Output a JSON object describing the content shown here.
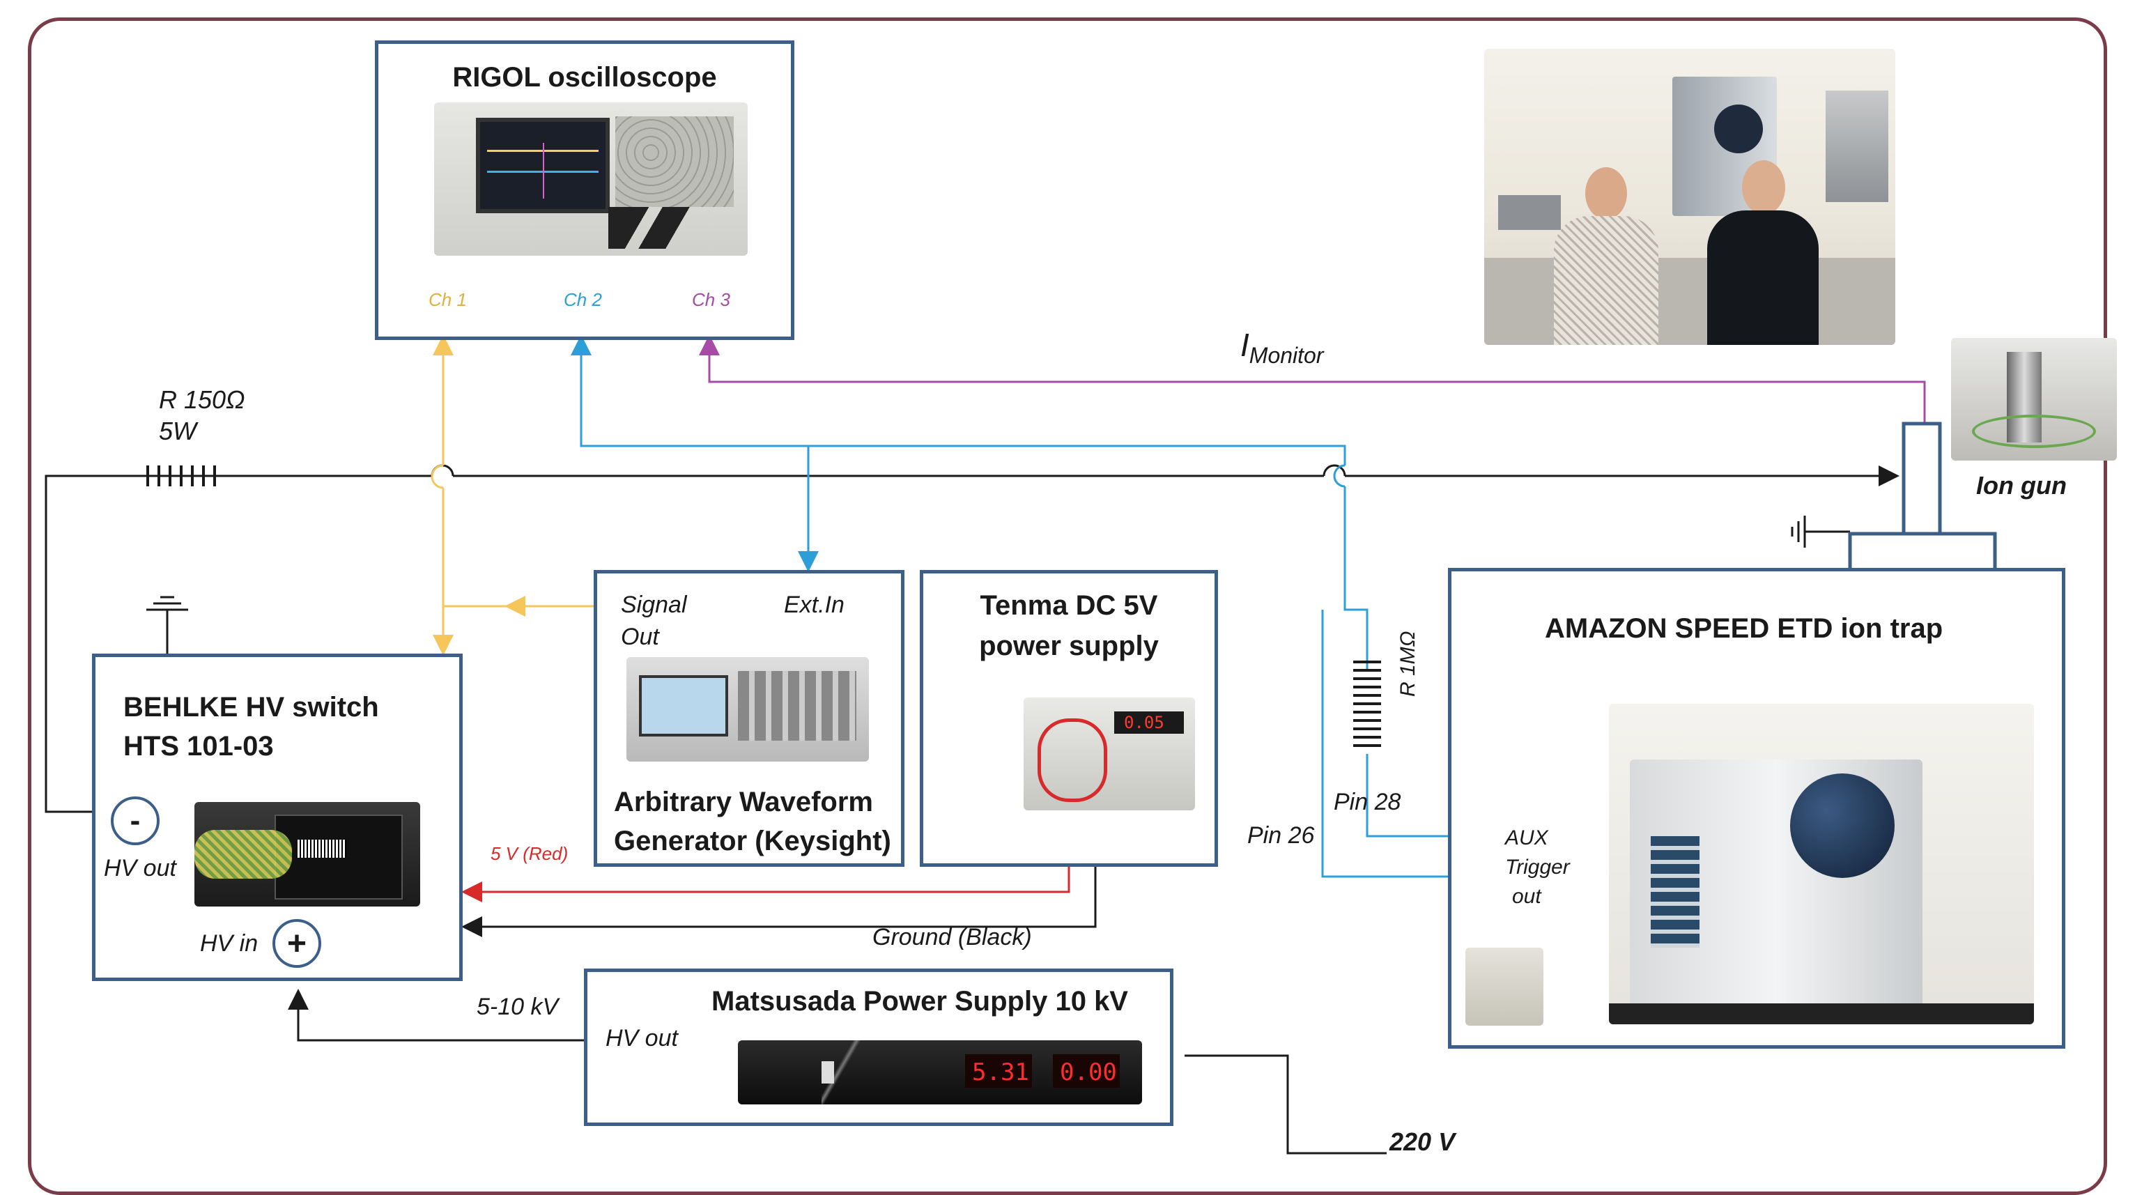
{
  "oscilloscope": {
    "title": "RIGOL oscilloscope",
    "ch1": "Ch 1",
    "ch2": "Ch 2",
    "ch3": "Ch 3"
  },
  "resistor": {
    "value": "R 150Ω",
    "power": "5W"
  },
  "monitor": {
    "label": "I",
    "subscript": "Monitor"
  },
  "ion_gun": {
    "label": "Ion gun"
  },
  "behlke": {
    "title_line1": "BEHLKE HV switch",
    "title_line2": "HTS 101-03",
    "minus": "-",
    "plus": "+",
    "hv_out": "HV out",
    "hv_in": "HV in"
  },
  "awg": {
    "signal_out_1": "Signal",
    "signal_out_2": "Out",
    "ext_in": "Ext.In",
    "title_line1": "Arbitrary Waveform",
    "title_line2": "Generator (Keysight)"
  },
  "tenma": {
    "title_line1": "Tenma DC 5V",
    "title_line2": "power supply",
    "display": "0.05"
  },
  "ion_trap": {
    "title": "AMAZON SPEED ETD ion trap",
    "r1m": "R 1MΩ",
    "pin28": "Pin 28",
    "pin26": "Pin 26",
    "aux1": "AUX",
    "aux2": "Trigger",
    "aux3": "out"
  },
  "wires": {
    "red_5v": "5 V (Red)",
    "ground_black": "Ground (Black)",
    "kv": "5-10 kV",
    "v220": "220 V"
  },
  "matsusada": {
    "title": "Matsusada Power Supply 10 kV",
    "hv_out": "HV out",
    "display_v": "5.31",
    "display_i": "0.00"
  },
  "colors": {
    "frame": "#7b3b48",
    "box_border": "#3b5f88",
    "ch1_yellow": "#f5c65a",
    "ch2_blue": "#2d9fd8",
    "ch3_purple": "#a64ca6",
    "red_wire": "#d8292b",
    "black_wire": "#1a1a1a"
  }
}
